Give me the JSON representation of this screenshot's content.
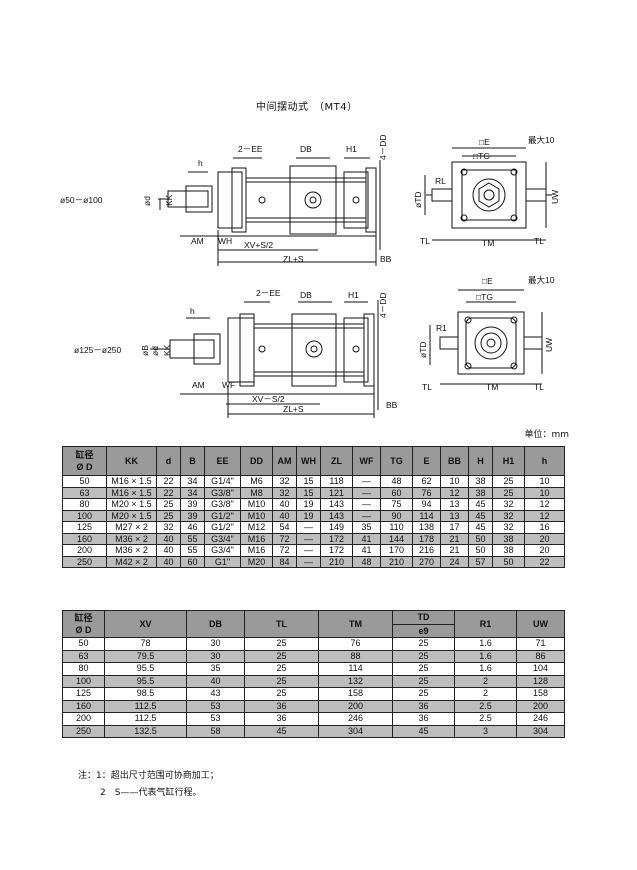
{
  "page_title": "中间摆动式　（MT4）",
  "unit_label": "单位：mm",
  "drawing_labels": {
    "upper": {
      "range": "ø50－ø100",
      "h": "h",
      "ee": "2－EE",
      "db": "DB",
      "h1": "H1",
      "dd": "4－DD",
      "od": "ød",
      "kk": "KK",
      "am": "AM",
      "wh": "WH",
      "xv": "XV+S/2",
      "zl": "ZL+S",
      "bb": "BB",
      "e": "□E",
      "tg": "□TG",
      "max10": "最大10",
      "rl": "RL",
      "otd": "øTD",
      "uw": "UW",
      "tl": "TL",
      "tm": "TM",
      "tl2": "TL"
    },
    "lower": {
      "range": "ø125－ø250",
      "h": "h",
      "ee": "2－EE",
      "db": "DB",
      "h1": "H1",
      "dd": "4－DD",
      "ob": "øB",
      "od": "ød",
      "kk": "KK",
      "am": "AM",
      "wf": "WF",
      "xv": "XV－S/2",
      "zl": "ZL+S",
      "bb": "BB",
      "e": "□E",
      "tg": "□TG",
      "max10": "最大10",
      "r1": "R1",
      "otd": "øTD",
      "uw": "UW",
      "tl": "TL",
      "tm": "TM",
      "tl2": "TL"
    }
  },
  "table1": {
    "header_bore_top": "缸径",
    "header_bore_bottom": "Ø D",
    "headers": [
      "KK",
      "d",
      "B",
      "EE",
      "DD",
      "AM",
      "WH",
      "ZL",
      "WF",
      "TG",
      "E",
      "BB",
      "H",
      "H1",
      "h"
    ],
    "rows": [
      [
        "50",
        "M16 × 1.5",
        "22",
        "34",
        "G1/4\"",
        "M6",
        "32",
        "15",
        "118",
        "—",
        "48",
        "62",
        "10",
        "38",
        "25",
        "10"
      ],
      [
        "63",
        "M16 × 1.5",
        "22",
        "34",
        "G3/8\"",
        "M8",
        "32",
        "15",
        "121",
        "—",
        "60",
        "76",
        "12",
        "38",
        "25",
        "10"
      ],
      [
        "80",
        "M20 × 1.5",
        "25",
        "39",
        "G3/8\"",
        "M10",
        "40",
        "19",
        "143",
        "—",
        "75",
        "94",
        "13",
        "45",
        "32",
        "12"
      ],
      [
        "100",
        "M20 × 1.5",
        "25",
        "39",
        "G1/2\"",
        "M10",
        "40",
        "19",
        "143",
        "—",
        "90",
        "114",
        "13",
        "45",
        "32",
        "12"
      ],
      [
        "125",
        "M27 × 2",
        "32",
        "46",
        "G1/2\"",
        "M12",
        "54",
        "—",
        "149",
        "35",
        "110",
        "138",
        "17",
        "45",
        "32",
        "16"
      ],
      [
        "160",
        "M36 × 2",
        "40",
        "55",
        "G3/4\"",
        "M16",
        "72",
        "—",
        "172",
        "41",
        "144",
        "178",
        "21",
        "50",
        "38",
        "20"
      ],
      [
        "200",
        "M36 × 2",
        "40",
        "55",
        "G3/4\"",
        "M16",
        "72",
        "—",
        "172",
        "41",
        "170",
        "216",
        "21",
        "50",
        "38",
        "20"
      ],
      [
        "250",
        "M42 × 2",
        "40",
        "60",
        "G1\"",
        "M20",
        "84",
        "—",
        "210",
        "48",
        "210",
        "270",
        "24",
        "57",
        "50",
        "22"
      ]
    ]
  },
  "table2": {
    "header_bore_top": "缸径",
    "header_bore_bottom": "Ø D",
    "headers": [
      "XV",
      "DB",
      "TL",
      "TM"
    ],
    "header_td_top": "TD",
    "header_td_bottom": "e9",
    "headers_tail": [
      "R1",
      "UW"
    ],
    "rows": [
      [
        "50",
        "78",
        "30",
        "25",
        "76",
        "25",
        "1.6",
        "71"
      ],
      [
        "63",
        "79.5",
        "30",
        "25",
        "88",
        "25",
        "1.6",
        "86"
      ],
      [
        "80",
        "95.5",
        "35",
        "25",
        "114",
        "25",
        "1.6",
        "104"
      ],
      [
        "100",
        "95.5",
        "40",
        "25",
        "132",
        "25",
        "2",
        "128"
      ],
      [
        "125",
        "98.5",
        "43",
        "25",
        "158",
        "25",
        "2",
        "158"
      ],
      [
        "160",
        "112.5",
        "53",
        "36",
        "200",
        "36",
        "2.5",
        "200"
      ],
      [
        "200",
        "112.5",
        "53",
        "36",
        "246",
        "36",
        "2.5",
        "246"
      ],
      [
        "250",
        "132.5",
        "58",
        "45",
        "304",
        "45",
        "3",
        "304"
      ]
    ]
  },
  "notes": {
    "line1": "注：1：超出尺寸范围可协商加工；",
    "line2": "2　S——代表气缸行程。"
  }
}
